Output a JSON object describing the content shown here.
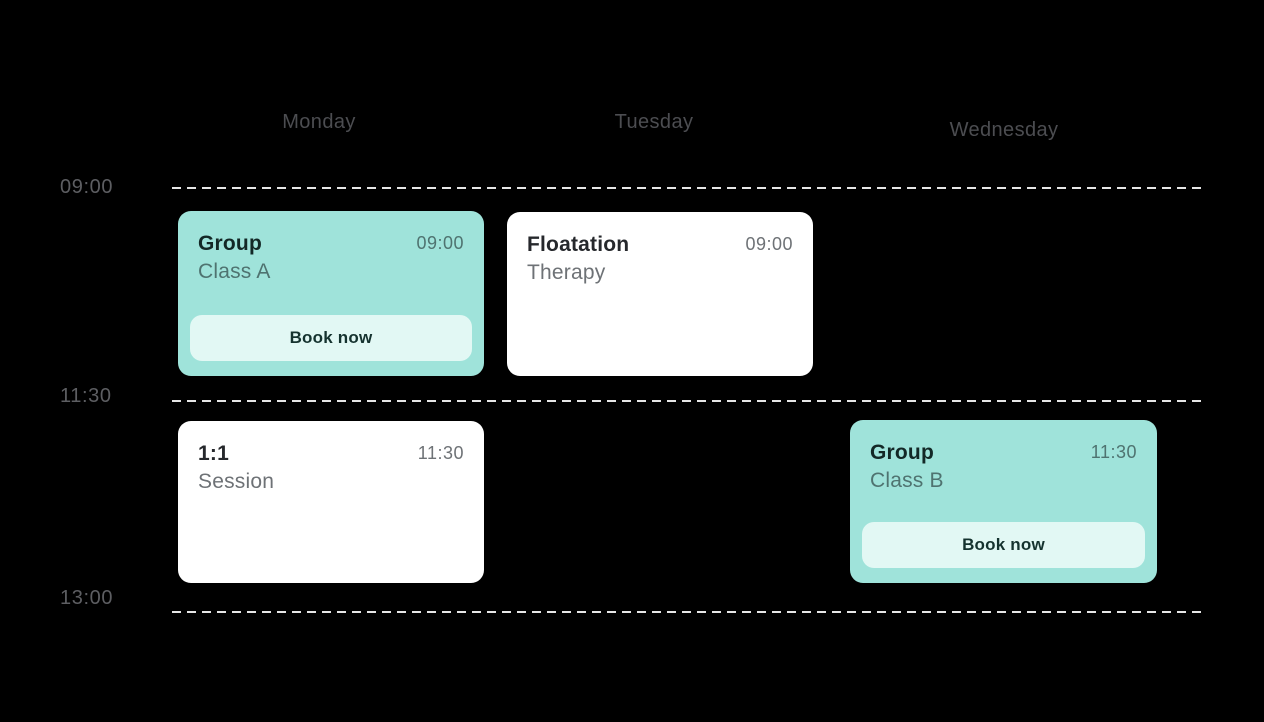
{
  "theme": {
    "background": "#000000",
    "day_label_color": "#4c4d51",
    "time_label_color": "#5d5e62",
    "gridline_color": "#e6e6e6",
    "teal_card_bg": "#9fe3da",
    "teal_card_title": "#132826",
    "teal_card_subtle": "#4f7370",
    "white_card_bg": "#ffffff",
    "white_card_title": "#26282c",
    "white_card_subtle": "#6e7276",
    "button_bg": "#e2f8f4",
    "button_text": "#15332f"
  },
  "schedule": {
    "days": [
      {
        "label": "Monday"
      },
      {
        "label": "Tuesday"
      },
      {
        "label": "Wednesday"
      }
    ],
    "times": [
      {
        "label": "09:00"
      },
      {
        "label": "11:30"
      },
      {
        "label": "13:00"
      }
    ],
    "events": [
      {
        "day": "Monday",
        "slot": "09:00",
        "title": "Group",
        "subtitle": "Class A",
        "time": "09:00",
        "variant": "teal",
        "cta": "Book now"
      },
      {
        "day": "Tuesday",
        "slot": "09:00",
        "title": "Floatation",
        "subtitle": "Therapy",
        "time": "09:00",
        "variant": "white"
      },
      {
        "day": "Monday",
        "slot": "11:30",
        "title": "1:1",
        "subtitle": "Session",
        "time": "11:30",
        "variant": "white"
      },
      {
        "day": "Wednesday",
        "slot": "11:30",
        "title": "Group",
        "subtitle": "Class B",
        "time": "11:30",
        "variant": "teal",
        "cta": "Book now"
      }
    ]
  }
}
